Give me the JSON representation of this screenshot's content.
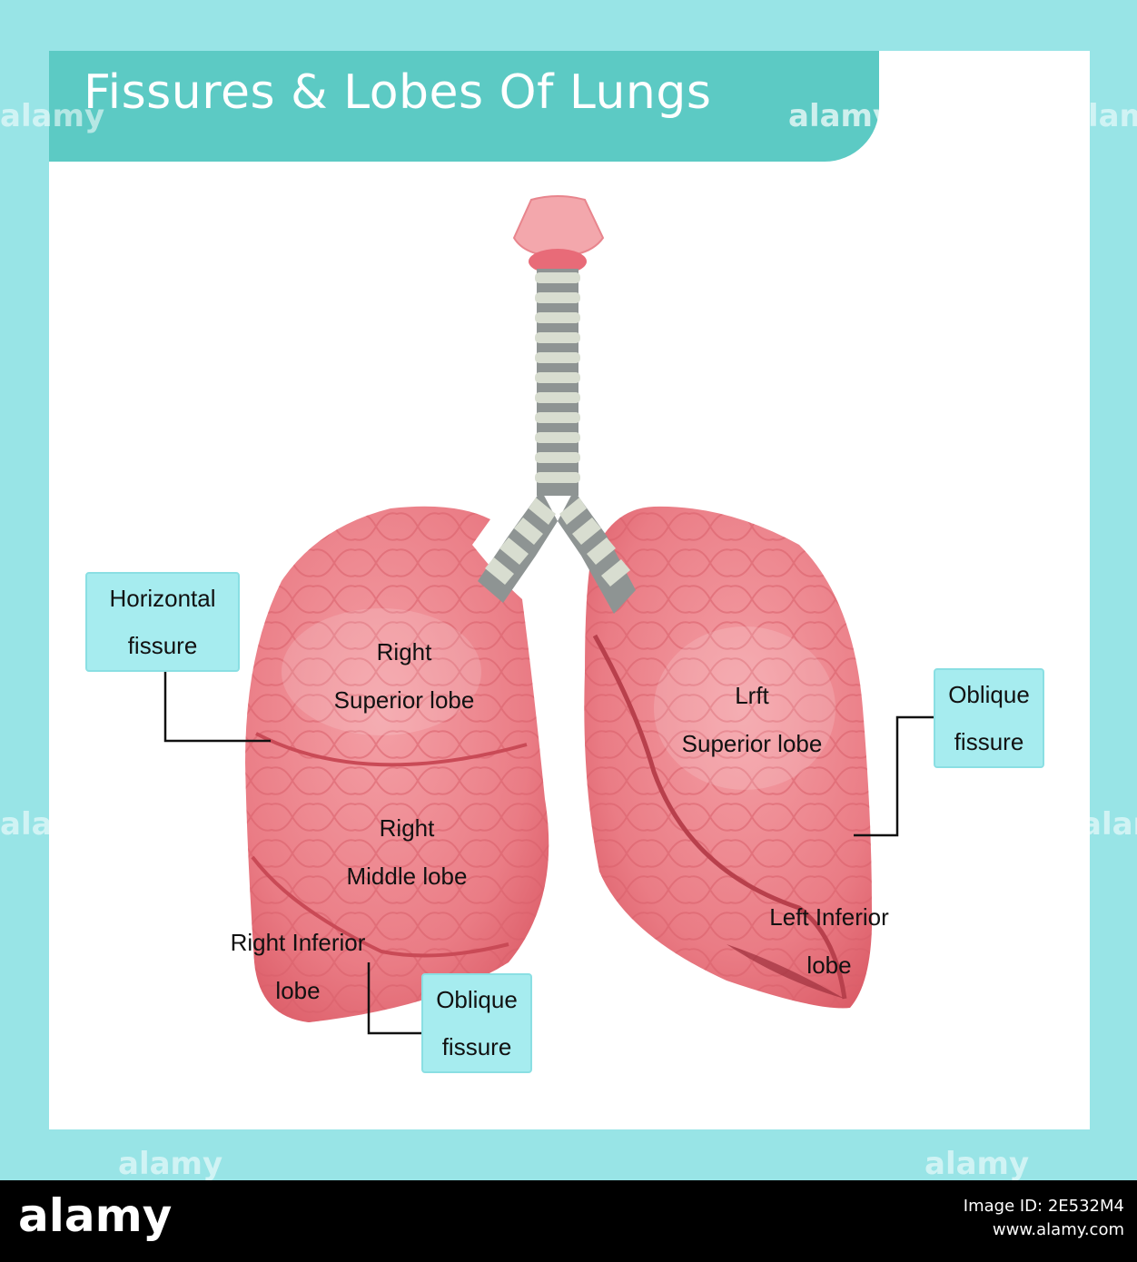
{
  "title": "Fissures & Lobes Of Lungs",
  "labels": {
    "right_superior": [
      "Right",
      "Superior lobe"
    ],
    "right_middle": [
      "Right",
      "Middle lobe"
    ],
    "right_inferior": [
      "Right Inferior",
      "lobe"
    ],
    "left_superior": [
      "Lrft",
      "Superior lobe"
    ],
    "left_inferior": [
      "Left Inferior",
      "lobe"
    ]
  },
  "callouts": {
    "horizontal_fissure": [
      "Horizontal",
      "fissure"
    ],
    "oblique_fissure_right": [
      "Oblique",
      "fissure"
    ],
    "oblique_fissure_left": [
      "Oblique",
      "fissure"
    ]
  },
  "watermark": "alamy",
  "footer": {
    "logo": "alamy",
    "image_id": "Image ID: 2E532M4",
    "url": "www.alamy.com"
  },
  "colors": {
    "frame": "#98e4e6",
    "title_bar": "#5ccac4",
    "label_box": "#a6ecef",
    "lung": "#e8707a",
    "trachea_ring": "#d8ddd0",
    "trachea_gap": "#8e9493",
    "larynx": "#f09aa0"
  }
}
